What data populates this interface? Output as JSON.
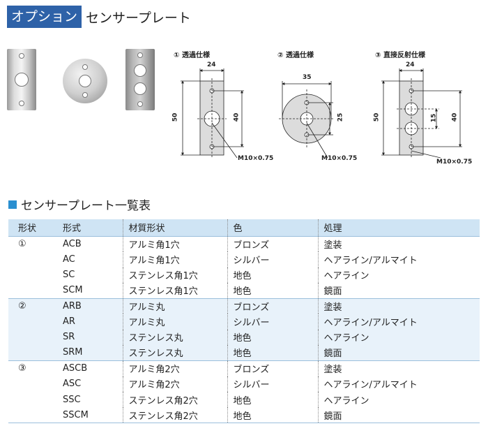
{
  "header": {
    "tag": "オプション",
    "title": "センサープレート"
  },
  "diagrams": [
    {
      "label": "① 透過仕様",
      "width": "24",
      "height_outer": "50",
      "height_inner": "40",
      "screw": "M10×0.75"
    },
    {
      "label": "② 透過仕様",
      "width": "35",
      "height_inner": "25",
      "screw": "M10×0.75"
    },
    {
      "label": "③ 直接反射仕様",
      "width": "24",
      "height_outer": "50",
      "height_inner": "40",
      "hole_pitch": "15",
      "screw": "M10×0.75"
    }
  ],
  "section_title": "センサープレート一覧表",
  "table": {
    "headers": [
      "形状",
      "形式",
      "材質形状",
      "色",
      "処理"
    ],
    "groups": [
      {
        "shape": "①",
        "rows": [
          [
            "ACB",
            "アルミ角1穴",
            "ブロンズ",
            "塗装"
          ],
          [
            "AC",
            "アルミ角1穴",
            "シルバー",
            "ヘアライン/アルマイト"
          ],
          [
            "SC",
            "ステンレス角1穴",
            "地色",
            "ヘアライン"
          ],
          [
            "SCM",
            "ステンレス角1穴",
            "地色",
            "鏡面"
          ]
        ]
      },
      {
        "shape": "②",
        "rows": [
          [
            "ARB",
            "アルミ丸",
            "ブロンズ",
            "塗装"
          ],
          [
            "AR",
            "アルミ丸",
            "シルバー",
            "ヘアライン/アルマイト"
          ],
          [
            "SR",
            "ステンレス丸",
            "地色",
            "ヘアライン"
          ],
          [
            "SRM",
            "ステンレス丸",
            "地色",
            "鏡面"
          ]
        ]
      },
      {
        "shape": "③",
        "rows": [
          [
            "ASCB",
            "アルミ角2穴",
            "ブロンズ",
            "塗装"
          ],
          [
            "ASC",
            "アルミ角2穴",
            "シルバー",
            "ヘアライン/アルマイト"
          ],
          [
            "SSC",
            "ステンレス角2穴",
            "地色",
            "ヘアライン"
          ],
          [
            "SSCM",
            "ステンレス角2穴",
            "地色",
            "鏡面"
          ]
        ]
      }
    ]
  },
  "colors": {
    "header_tag": "#2e62a8",
    "section_marker": "#2a8fd0",
    "table_header": "#cfe4f4",
    "table_shade": "#e8f2fa"
  }
}
